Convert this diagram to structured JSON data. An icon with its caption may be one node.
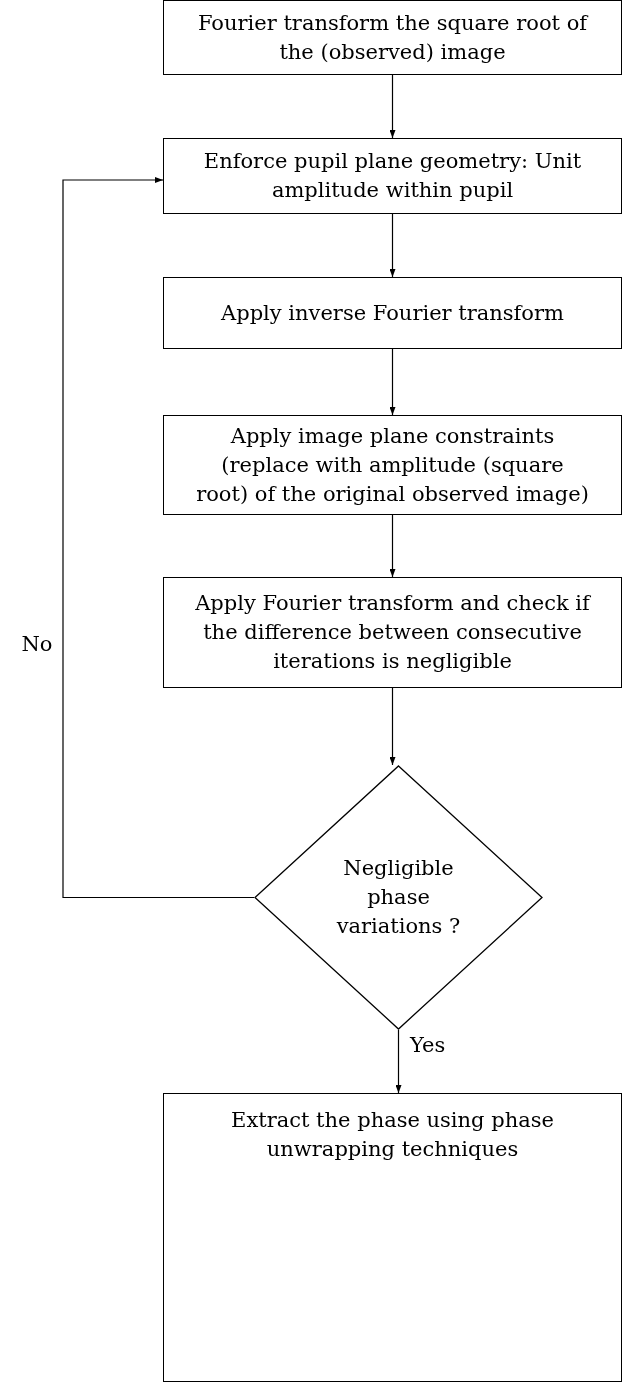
{
  "diagram": {
    "nodes": [
      {
        "text": [
          "Fourier transform the square root of the (observed) image"
        ]
      },
      {
        "text": [
          "Enforce pupil plane geometry: Unit amplitude within pupil"
        ]
      },
      {
        "text": [
          "Apply inverse Fourier transform"
        ]
      },
      {
        "text": [
          "Apply image plane constraints (replace with amplitude (square root) of the original observed image)"
        ]
      },
      {
        "text": [
          "Apply Fourier transform and check if the difference between consecutive iterations is negligible"
        ]
      },
      {
        "text": [
          "Negligible phase variations ?"
        ]
      },
      {
        "text": [
          "Extract the phase using phase unwrapping techniques"
        ]
      }
    ],
    "edges": [
      {
        "from": 0,
        "to": 1,
        "arrow": "to"
      },
      {
        "from": 1,
        "to": 2,
        "arrow": "to"
      },
      {
        "from": 2,
        "to": 3,
        "arrow": "to"
      },
      {
        "from": 3,
        "to": 4,
        "arrow": "to"
      },
      {
        "from": 4,
        "to": 5,
        "arrow": "to"
      },
      {
        "from": 5,
        "to": 6,
        "arrow": "to",
        "label": "Yes"
      },
      {
        "from": 5,
        "to": 1,
        "arrow": "to",
        "label": "No"
      }
    ]
  }
}
